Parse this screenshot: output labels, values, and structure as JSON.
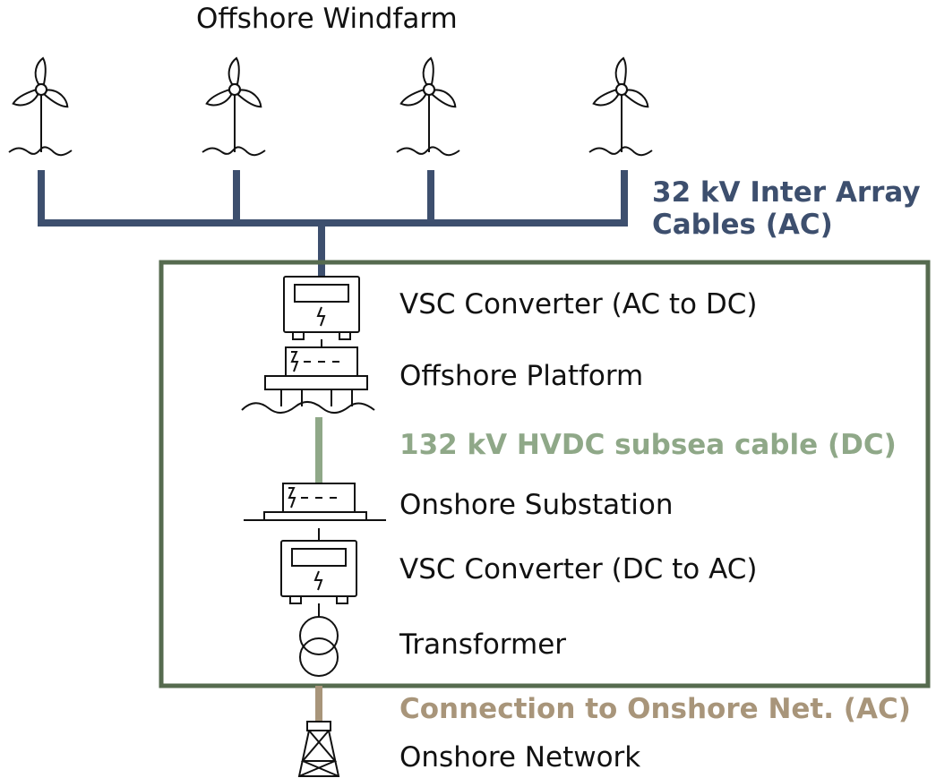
{
  "title": "Offshore Windfarm",
  "inter_array_label": {
    "line1": "32 kV Inter Array",
    "line2": "Cables (AC)"
  },
  "components": {
    "vsc_ac_dc": "VSC Converter (AC to DC)",
    "offshore_platform": "Offshore Platform",
    "hvdc_cable": "132 kV HVDC subsea cable (DC)",
    "onshore_substation": "Onshore Substation",
    "vsc_dc_ac": "VSC Converter (DC to AC)",
    "transformer": "Transformer",
    "connection": "Connection to Onshore Net. (AC)",
    "onshore_network": "Onshore Network"
  },
  "colors": {
    "ac_cable": "#3d4f6e",
    "enclosure": "#566b4f",
    "hvdc_cable": "#8fa888",
    "connection_cable": "#a8957a",
    "symbol": "#111111"
  },
  "icons": [
    "wind-turbine-icon",
    "vsc-converter-icon",
    "offshore-platform-icon",
    "substation-icon",
    "transformer-icon",
    "pylon-icon"
  ]
}
